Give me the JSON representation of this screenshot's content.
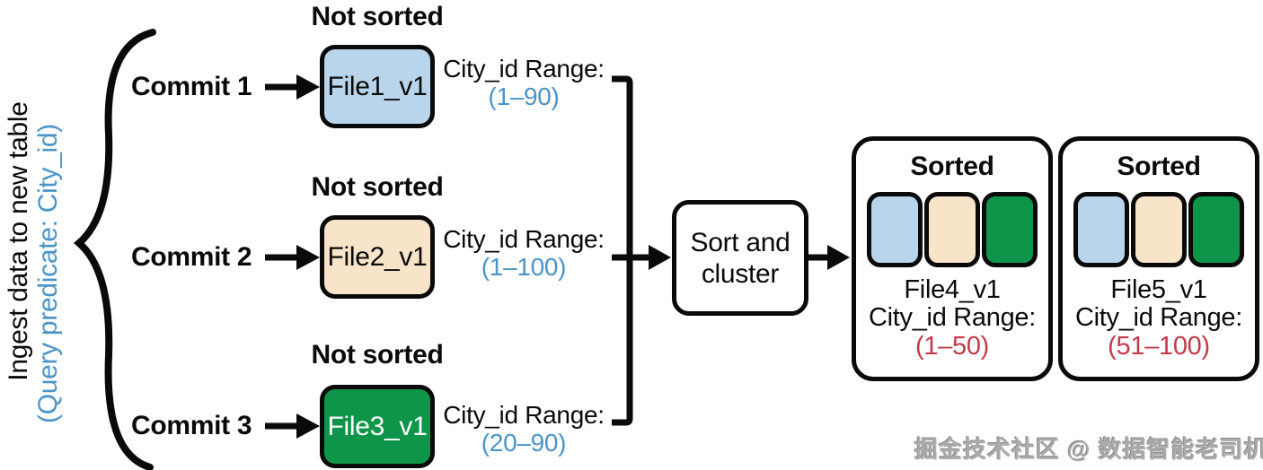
{
  "side_label": {
    "line1": "Ingest data to new table",
    "line2": "(Query predicate: City_id)"
  },
  "commits": [
    {
      "label": "Commit 1",
      "status": "Not sorted",
      "file": "File1_v1",
      "range_label": "City_id Range:",
      "range": "(1–90)",
      "fill": "#b9d5ec"
    },
    {
      "label": "Commit 2",
      "status": "Not sorted",
      "file": "File2_v1",
      "range_label": "City_id Range:",
      "range": "(1–100)",
      "fill": "#f8e5c9"
    },
    {
      "label": "Commit 3",
      "status": "Not sorted",
      "file": "File3_v1",
      "range_label": "City_id Range:",
      "range": "(20–90)",
      "fill": "#0f9549"
    }
  ],
  "process": {
    "line1": "Sort and",
    "line2": "cluster"
  },
  "outputs": [
    {
      "title": "Sorted",
      "file": "File4_v1",
      "range_label": "City_id Range:",
      "range": "(1–50)",
      "chips": [
        "blue",
        "cream",
        "green"
      ]
    },
    {
      "title": "Sorted",
      "file": "File5_v1",
      "range_label": "City_id Range:",
      "range": "(51–100)",
      "chips": [
        "blue",
        "cream",
        "green"
      ]
    }
  ],
  "watermark": {
    "text": "掘金技术社区 @ 数据智能老司机"
  },
  "colors": {
    "range_input_text": "#4b94c8",
    "range_output_text": "#c23b4b",
    "file_blue": "#b9d5ec",
    "file_cream": "#f8e5c9",
    "file_green": "#0f9549",
    "line_black": "#0a0a0a",
    "watermark_gray": "#ababab"
  }
}
